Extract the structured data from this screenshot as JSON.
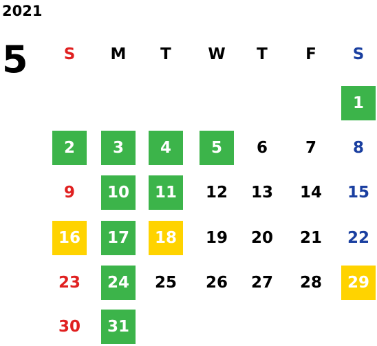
{
  "year": "2021",
  "month": "5",
  "weekdays": [
    "S",
    "M",
    "T",
    "W",
    "T",
    "F",
    "S"
  ],
  "colors": {
    "sunday": "#e02020",
    "saturday": "#1a3fa0",
    "green": "#3cb44a",
    "yellow": "#ffd300"
  },
  "days": [
    {
      "day": "1",
      "highlight": "green"
    },
    {
      "day": "2",
      "highlight": "green"
    },
    {
      "day": "3",
      "highlight": "green"
    },
    {
      "day": "4",
      "highlight": "green"
    },
    {
      "day": "5",
      "highlight": "green"
    },
    {
      "day": "6",
      "highlight": ""
    },
    {
      "day": "7",
      "highlight": ""
    },
    {
      "day": "8",
      "highlight": ""
    },
    {
      "day": "9",
      "highlight": ""
    },
    {
      "day": "10",
      "highlight": "green"
    },
    {
      "day": "11",
      "highlight": "green"
    },
    {
      "day": "12",
      "highlight": ""
    },
    {
      "day": "13",
      "highlight": ""
    },
    {
      "day": "14",
      "highlight": ""
    },
    {
      "day": "15",
      "highlight": ""
    },
    {
      "day": "16",
      "highlight": "yellow"
    },
    {
      "day": "17",
      "highlight": "green"
    },
    {
      "day": "18",
      "highlight": "yellow"
    },
    {
      "day": "19",
      "highlight": ""
    },
    {
      "day": "20",
      "highlight": ""
    },
    {
      "day": "21",
      "highlight": ""
    },
    {
      "day": "22",
      "highlight": ""
    },
    {
      "day": "23",
      "highlight": ""
    },
    {
      "day": "24",
      "highlight": "green"
    },
    {
      "day": "25",
      "highlight": ""
    },
    {
      "day": "26",
      "highlight": ""
    },
    {
      "day": "27",
      "highlight": ""
    },
    {
      "day": "28",
      "highlight": ""
    },
    {
      "day": "29",
      "highlight": "yellow"
    },
    {
      "day": "30",
      "highlight": ""
    },
    {
      "day": "31",
      "highlight": "green"
    }
  ]
}
